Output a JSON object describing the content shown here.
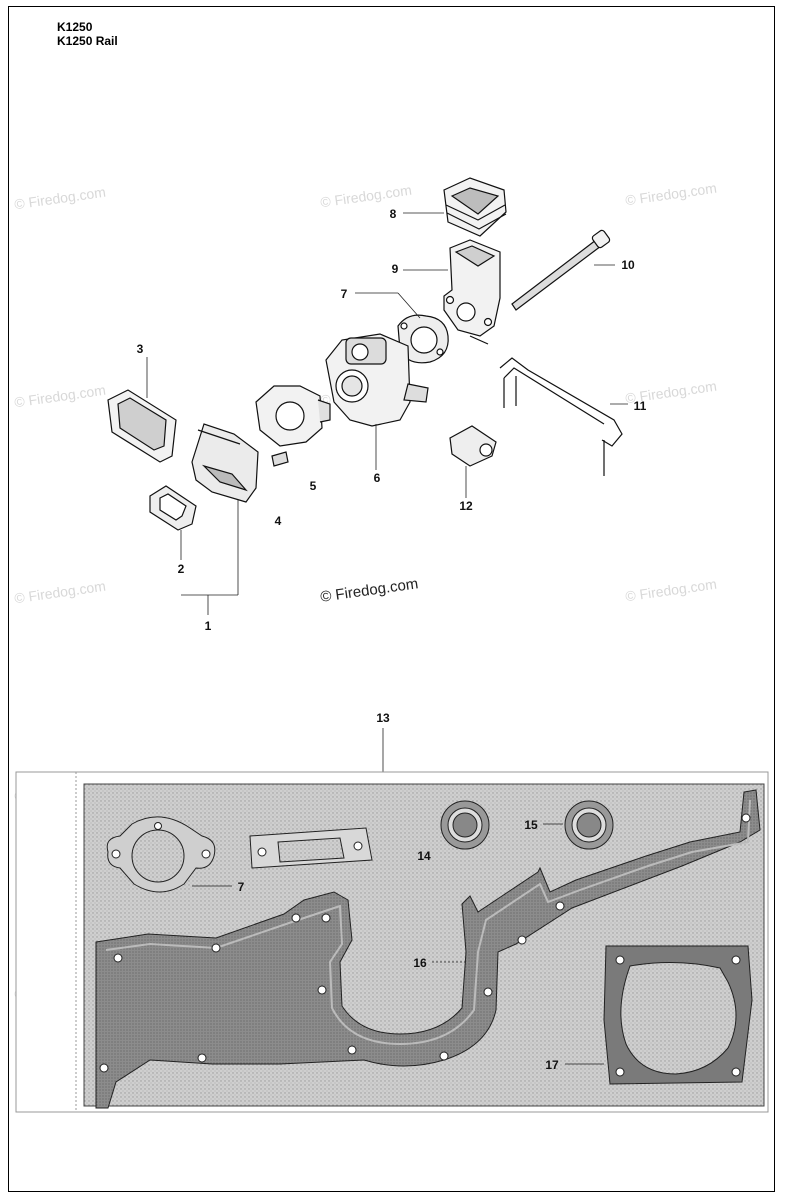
{
  "header": {
    "model_line1": "K1250",
    "model_line2": "K1250 Rail"
  },
  "watermark": "© Firedog.com",
  "callouts": [
    "1",
    "2",
    "3",
    "4",
    "5",
    "6",
    "7",
    "8",
    "9",
    "10",
    "11",
    "12",
    "13",
    "7",
    "14",
    "15",
    "16",
    "17"
  ]
}
